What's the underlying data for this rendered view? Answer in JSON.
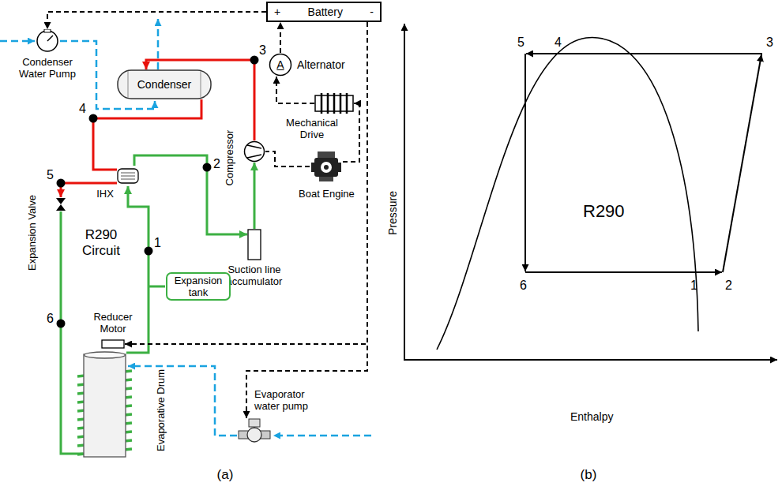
{
  "diagram": {
    "nodes": [
      {
        "text": [
          "+",
          "Battery",
          "-"
        ]
      },
      {
        "text": [
          "Condenser Water Pump"
        ]
      },
      {
        "text": [
          "Condenser"
        ]
      },
      {
        "text": [
          "A",
          "Alternator"
        ]
      },
      {
        "text": [
          "Mechanical Drive"
        ]
      },
      {
        "text": [
          "Compressor"
        ]
      },
      {
        "text": [
          "Boat Engine"
        ]
      },
      {
        "text": [
          "IHX"
        ]
      },
      {
        "text": [
          "Expansion Valve"
        ]
      },
      {
        "text": [
          "Suction line accumulator"
        ]
      },
      {
        "text": [
          "Expansion tank"
        ]
      },
      {
        "text": [
          "Reducer Motor"
        ]
      },
      {
        "text": [
          "Evaporative Drum"
        ]
      },
      {
        "text": [
          "Evaporator water pump"
        ]
      }
    ],
    "edges": [
      {
        "from": 5,
        "to": 2,
        "arrow": "to"
      },
      {
        "from": 2,
        "to": 7,
        "arrow": "none"
      },
      {
        "from": 7,
        "to": 8,
        "arrow": "to"
      },
      {
        "from": 8,
        "to": 12,
        "arrow": "none"
      },
      {
        "from": 12,
        "to": 7,
        "arrow": "to"
      },
      {
        "from": 7,
        "to": 9,
        "arrow": "to"
      },
      {
        "from": 9,
        "to": 5,
        "arrow": "to"
      },
      {
        "from": 6,
        "to": 4,
        "arrow": "to"
      },
      {
        "from": 4,
        "to": 3,
        "arrow": "to"
      },
      {
        "from": 3,
        "to": 0,
        "arrow": "to"
      },
      {
        "from": 0,
        "to": 1,
        "arrow": "to"
      },
      {
        "from": 0,
        "to": 13,
        "arrow": "to"
      },
      {
        "from": 0,
        "to": 11,
        "arrow": "to"
      },
      {
        "from": 6,
        "to": 5,
        "arrow": "none"
      }
    ],
    "labels": [
      "R290 Circuit",
      "3",
      "4",
      "5",
      "2",
      "1",
      "6",
      "(a)",
      "(b)",
      "Pressure",
      "Enthalpy",
      "R290",
      "5",
      "4",
      "3",
      "6",
      "1",
      "2"
    ]
  }
}
